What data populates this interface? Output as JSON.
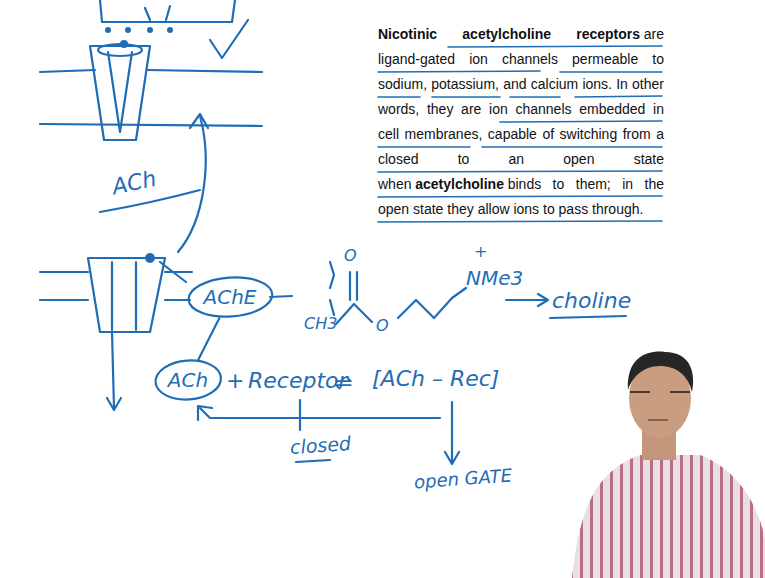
{
  "diagram": {
    "nodes": [
      {
        "text": [
          "AChE"
        ]
      },
      {
        "text": [
          "ACh"
        ]
      }
    ],
    "edges": [
      {
        "from": 0,
        "to": 1,
        "arrow": "none"
      }
    ],
    "labels": [
      "Nicotinic acetylcholine receptors",
      "are ligand-gated ion channels permeable to sodium, potassium, and calcium ions. In other words, they are ion channels embedded in cell membranes, capable of switching from a closed to an open state when",
      "acetylcholine",
      "binds to them; in the open state they allow ions to pass through.",
      "ACh",
      "O",
      "CH3",
      "O",
      "+",
      "NMe3",
      "choline",
      "+",
      "Receptor",
      "⇌",
      "[ACh – Rec]",
      "closed",
      "open GATE"
    ]
  }
}
